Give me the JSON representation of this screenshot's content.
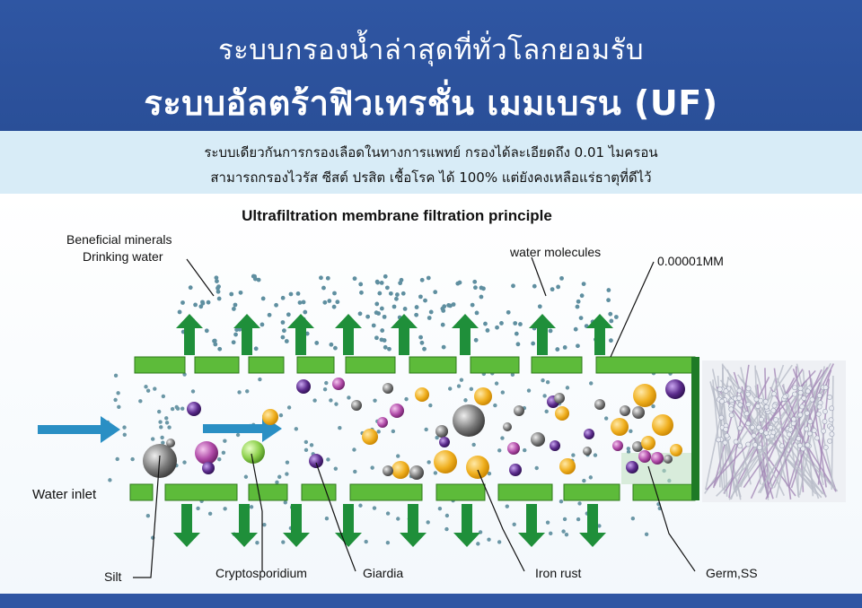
{
  "header": {
    "line1": "ระบบกรองน้ำล่าสุดที่ทั่วโลกยอมรับ",
    "line2": "ระบบอัลตร้าฟิวเทรชั่น เมมเบรน (UF)"
  },
  "subheader": {
    "line1": "ระบบเดียวกันการกรองเลือดในทางการแพทย์ กรองได้ละเอียดถึง 0.01 ไมครอน",
    "line2": "สามารถกรองไวรัส ซีสต์ ปรสิต เชื้อโรค ได้ 100% แต่ยังคงเหลือแร่ธาตุที่ดีไว้"
  },
  "diagram": {
    "title": "Ultrafiltration membrane filtration principle",
    "labels": {
      "beneficial_minerals": "Beneficial minerals",
      "drinking_water": "Drinking water",
      "water_molecules": "water molecules",
      "pore_size": "0.00001MM",
      "water_inlet": "Water inlet",
      "silt": "Silt",
      "cryptosporidium": "Cryptosporidium",
      "giardia": "Giardia",
      "iron_rust": "Iron rust",
      "germ_ss": "Germ,SS"
    },
    "colors": {
      "membrane": "#5dbb3a",
      "arrow_green": "#1f8f3a",
      "inlet_arrow": "#2a8fc4",
      "silt": "#6c6c6c",
      "cryptosporidium": "#8fd14f",
      "giardia": "#5b2b8c",
      "iron_rust": "#f0b020",
      "germ": "#b04aa8"
    }
  }
}
